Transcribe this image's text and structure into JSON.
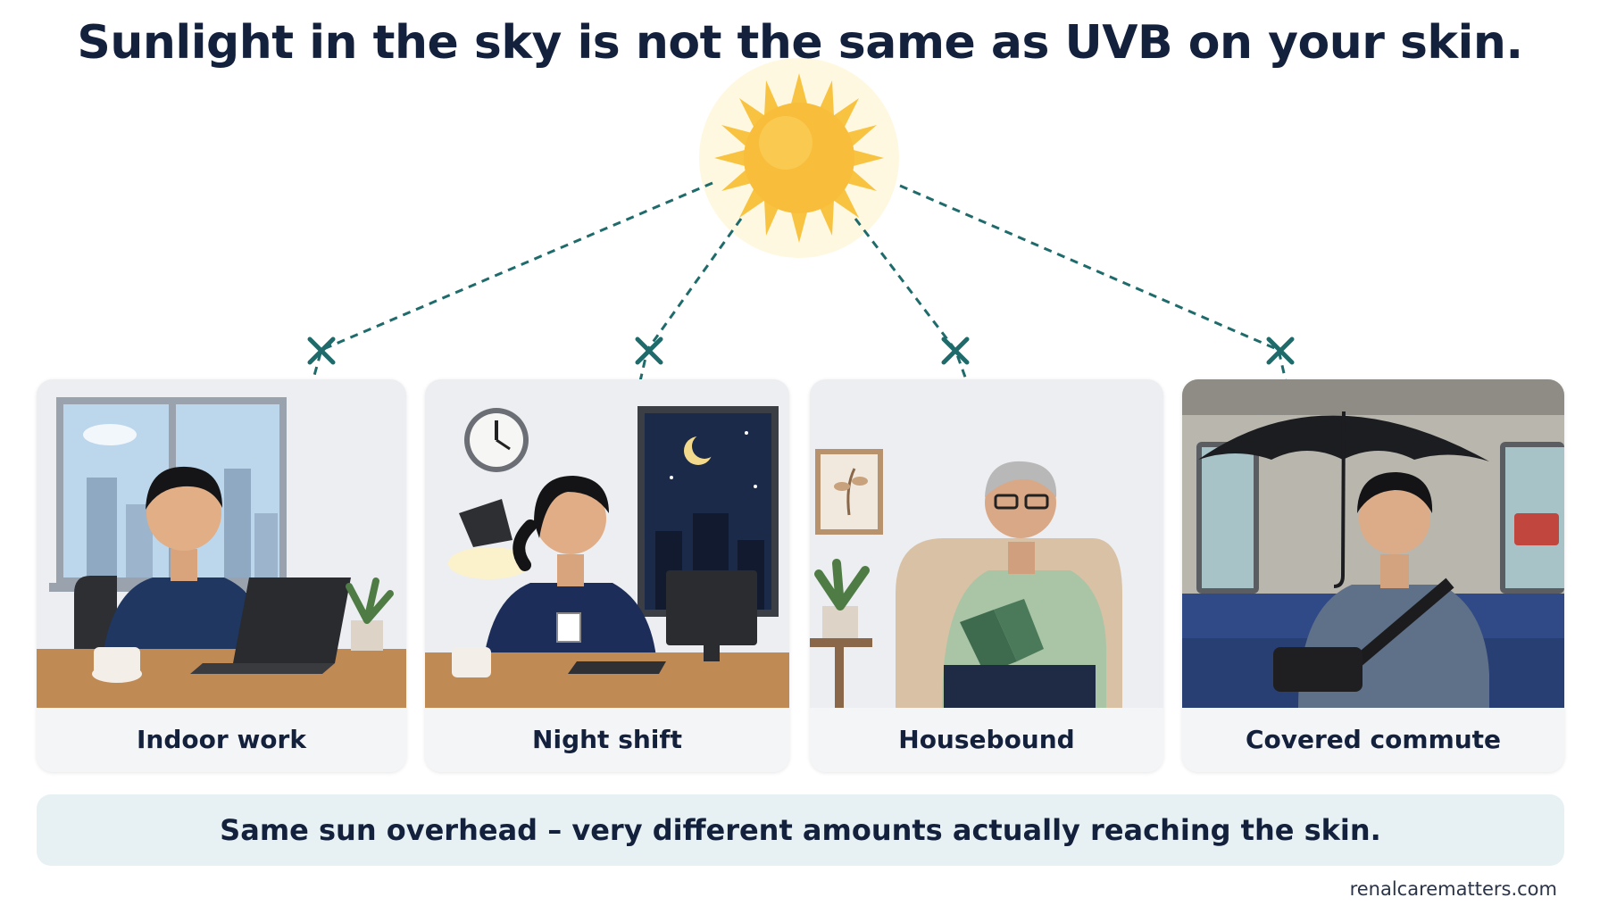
{
  "title": "Sunlight in the sky is not the same as UVB on your skin.",
  "scenarios": [
    {
      "label": "Indoor work"
    },
    {
      "label": "Night shift"
    },
    {
      "label": "Housebound"
    },
    {
      "label": "Covered commute"
    }
  ],
  "banner": "Same sun overhead – very different amounts actually reaching the skin.",
  "credit": "renalcarematters.com",
  "icons": {
    "sun": "sun-icon",
    "block_marker": "x-mark-icon"
  },
  "colors": {
    "title": "#14213d",
    "ray": "#1f6b6b",
    "sun": "#f8bd3a",
    "banner_bg": "#e7f1f4"
  }
}
